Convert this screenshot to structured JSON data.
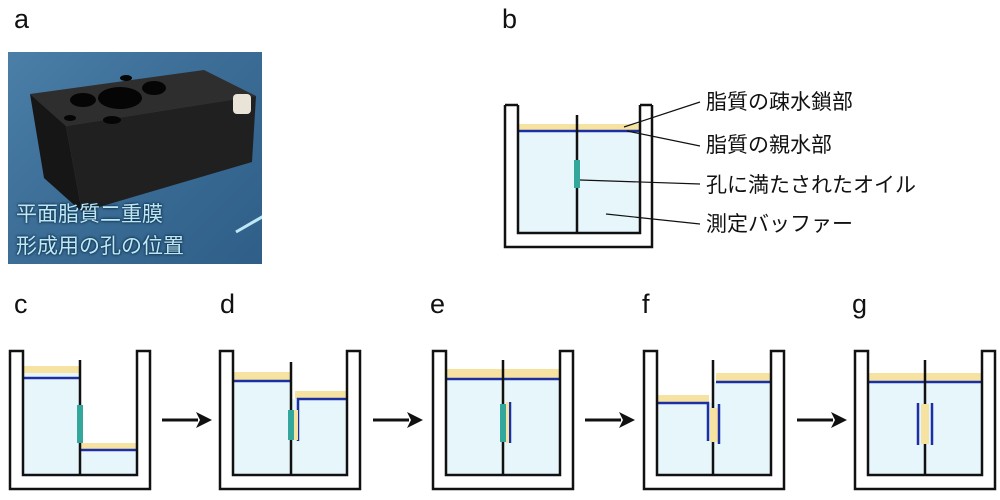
{
  "panels": {
    "a": "a",
    "b": "b",
    "c": "c",
    "d": "d",
    "e": "e",
    "f": "f",
    "g": "g"
  },
  "photo": {
    "caption_line1": "平面脂質二重膜",
    "caption_line2": "形成用の孔の位置"
  },
  "callouts": {
    "lipid_hydrophobic": "脂質の疎水鎖部",
    "lipid_hydrophilic": "脂質の親水部",
    "oil_in_hole": "孔に満たされたオイル",
    "buffer": "測定バッファー"
  },
  "colors": {
    "water": "#e6f6fb",
    "lipid_tail": "#f6e3a2",
    "lipid_head": "#1c2fa3",
    "oil": "#33a79b",
    "wall": "#111111"
  }
}
